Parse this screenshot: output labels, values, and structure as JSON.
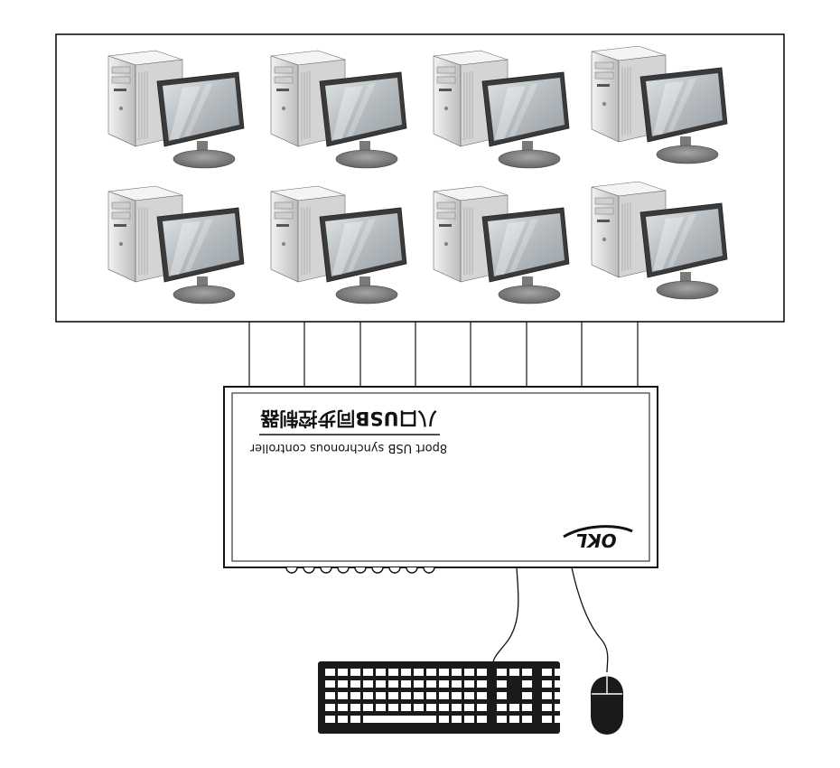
{
  "computers": {
    "count": 8,
    "rows": 2,
    "columns": 4,
    "icon": "desktop-computer-with-monitor-icon"
  },
  "controller": {
    "title_cn": "八口USB同步控制器",
    "subtitle_en": "8port USB synchronous controller",
    "logo_text": "OKL",
    "ports": 8,
    "text_orientation": "upside-down"
  },
  "peripherals": {
    "keyboard_icon": "keyboard-icon",
    "mouse_icon": "mouse-icon"
  },
  "colors": {
    "line": "#111111",
    "box_fill": "#ffffff",
    "device": "#1a1a1a",
    "pc_light": "#e6e6e6",
    "pc_mid": "#c8c8c8",
    "pc_dark": "#8c8c8c",
    "screen": "#b9bec2"
  }
}
